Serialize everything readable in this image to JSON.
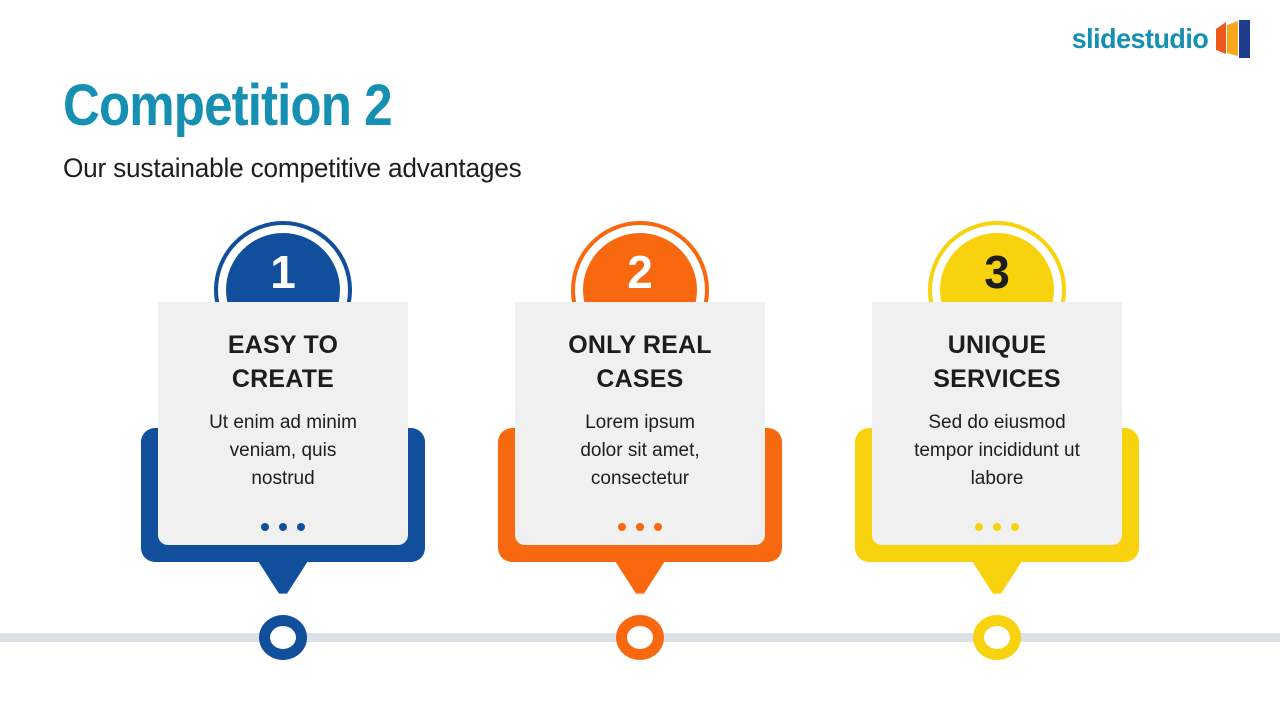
{
  "logo": {
    "text": "slidestudio",
    "text_color": "#1590b3",
    "mark_colors": [
      "#ee5a1e",
      "#f9a81b",
      "#1e3d8f"
    ]
  },
  "header": {
    "title": "Competition 2",
    "subtitle": "Our sustainable competitive advantages",
    "title_color": "#1590b3",
    "subtitle_color": "#1d1d1b"
  },
  "cards": [
    {
      "number": "1",
      "title_lines": [
        "EASY TO",
        "CREATE"
      ],
      "body_lines": [
        "Ut enim ad minim",
        "veniam, quis",
        "nostrud"
      ],
      "accent": "#114f9c",
      "number_color": "#ffffff"
    },
    {
      "number": "2",
      "title_lines": [
        "ONLY REAL",
        "CASES"
      ],
      "body_lines": [
        "Lorem ipsum",
        "dolor sit amet,",
        "consectetur"
      ],
      "accent": "#f8690f",
      "number_color": "#ffffff"
    },
    {
      "number": "3",
      "title_lines": [
        "UNIQUE",
        "SERVICES"
      ],
      "body_lines": [
        "Sed do eiusmod",
        "tempor incididunt ut",
        "labore"
      ],
      "accent": "#f8d30d",
      "number_color": "#1d1d1b"
    }
  ],
  "timeline": {
    "line_color": "#dce0e8",
    "card_panel_color": "#f0f0f0"
  }
}
